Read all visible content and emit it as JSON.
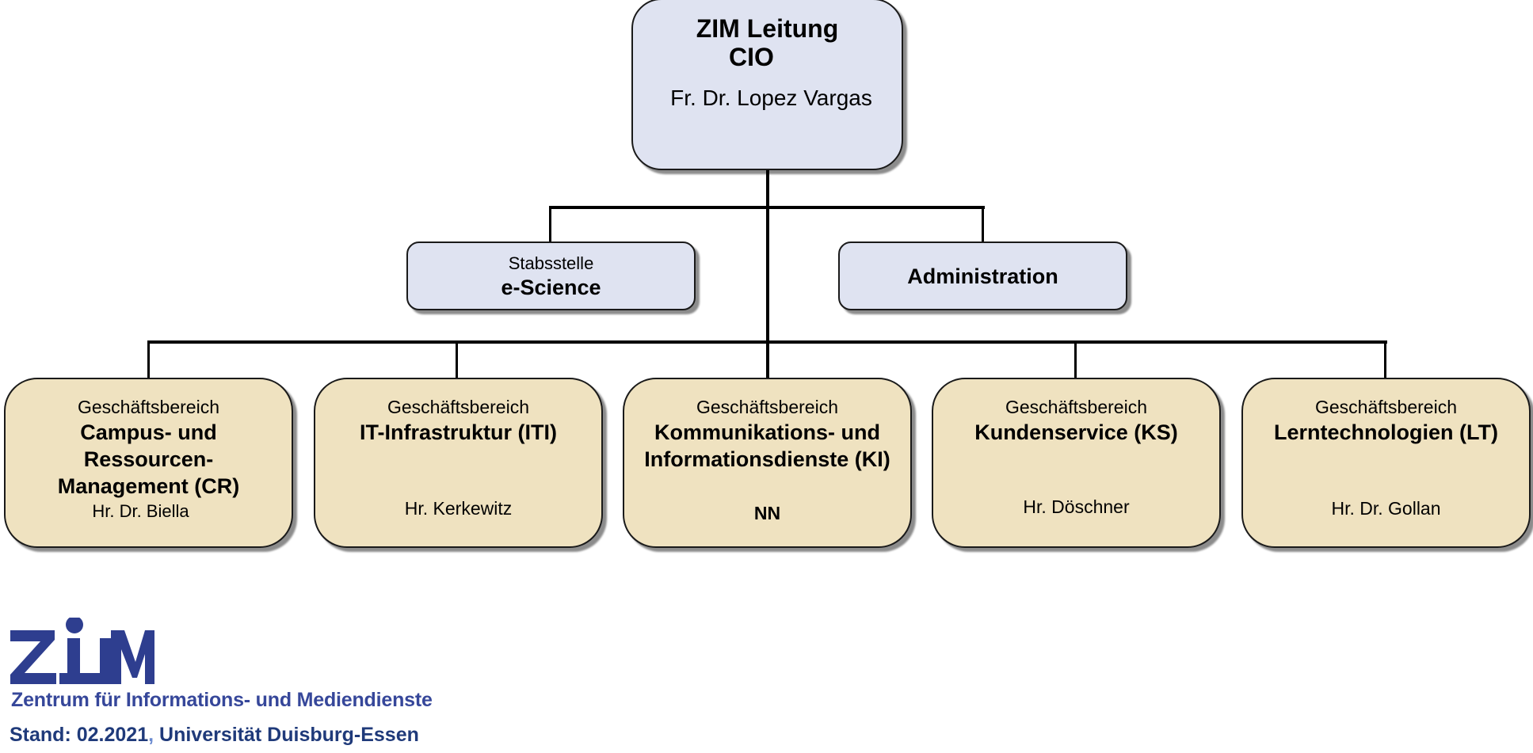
{
  "colors": {
    "leadership_fill": "#dfe3f1",
    "division_fill": "#efe2c0",
    "brand_blue": "#2e3e8f",
    "footer_blue": "#1f3a7a"
  },
  "top": {
    "title": "ZIM Leitung",
    "role": "CIO",
    "person": "Fr. Dr. Lopez Vargas"
  },
  "staff": [
    {
      "label": "Stabsstelle",
      "name": "e-Science"
    },
    {
      "label": "",
      "name": "Administration"
    }
  ],
  "divisions": [
    {
      "label": "Geschäftsbereich",
      "name_lines": [
        "Campus- und",
        "Ressourcen-",
        "Management (CR)"
      ],
      "person": "Hr.  Dr. Biella"
    },
    {
      "label": "Geschäftsbereich",
      "name_lines": [
        "IT-Infrastruktur (ITI)"
      ],
      "person": "Hr. Kerkewitz"
    },
    {
      "label": "Geschäftsbereich",
      "name_lines": [
        "Kommunikations- und",
        "Informationsdienste (KI)"
      ],
      "person": "NN"
    },
    {
      "label": "Geschäftsbereich",
      "name_lines": [
        "Kundenservice (KS)"
      ],
      "person": "Hr. Döschner"
    },
    {
      "label": "Geschäftsbereich",
      "name_lines": [
        "Lerntechnologien (LT)"
      ],
      "person": "Hr. Dr. Gollan"
    }
  ],
  "footer": {
    "logo_text": "ZIM",
    "subtitle": "Zentrum für Informations- und Mediendienste",
    "stand_label": "Stand:",
    "stand_date": "02.2021",
    "comma": ",",
    "university": "Universität Duisburg-Essen"
  }
}
